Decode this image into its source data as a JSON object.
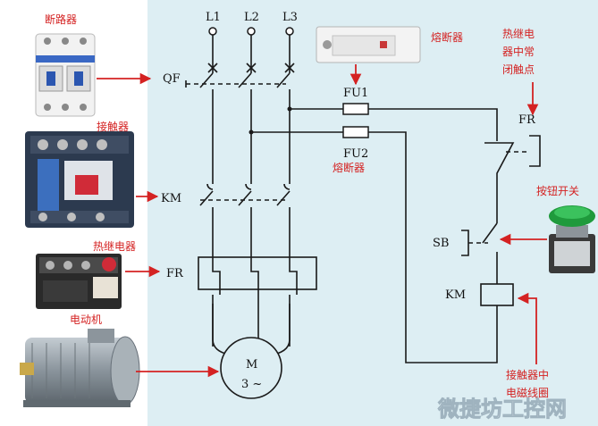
{
  "colors": {
    "panel_bg": "#ddeef3",
    "wire": "#1a1a1a",
    "annotation_red": "#d42222"
  },
  "labels": {
    "L1": "L1",
    "L2": "L2",
    "L3": "L3",
    "QF": "QF",
    "KM_main": "KM",
    "FR_main": "FR",
    "FU1": "FU1",
    "FU2": "FU2",
    "FR_contact": "FR",
    "SB": "SB",
    "KM_coil": "KM",
    "motor_M": "M",
    "motor_phase": "3 ~"
  },
  "annotations": {
    "breaker": "断路器",
    "contactor": "接触器",
    "thermal_relay": "热继电器",
    "motor": "电动机",
    "fuse_top": "熔断器",
    "fuse_mid": "熔断器",
    "relay_nc_line1": "热继电",
    "relay_nc_line2": "器中常",
    "relay_nc_line3": "闭触点",
    "button_switch": "按钮开关",
    "coil_line1": "接触器中",
    "coil_line2": "电磁线圈"
  },
  "watermark": "微捷坊工控网"
}
